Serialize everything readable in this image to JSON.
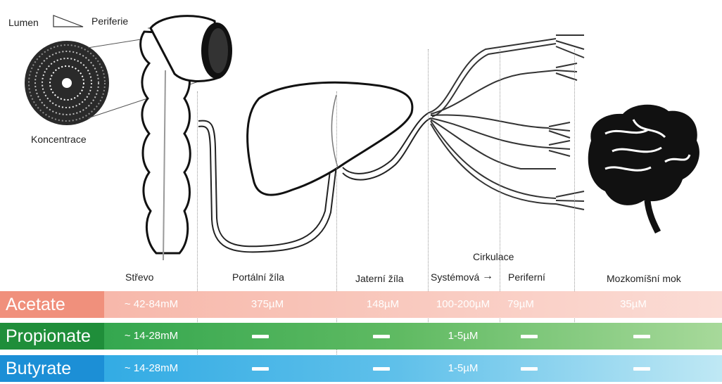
{
  "labels": {
    "lumen": "Lumen",
    "periferie": "Periferie",
    "koncentrace": "Koncentrace",
    "cirkulace": "Cirkulace"
  },
  "columns": {
    "strevo": "Střevo",
    "portalni": "Portální žíla",
    "jaterni": "Jaterní žíla",
    "systemova": "Systémová",
    "arrow": "→",
    "periferni": "Periferní",
    "mok": "Mozkomíšní mok"
  },
  "rows": [
    {
      "name": "Acetate",
      "strevo": "~ 42-84mM",
      "portalni": "375µM",
      "jaterni": "148µM",
      "systemova": "100-200µM",
      "periferni": "79µM",
      "mok": "35µM"
    },
    {
      "name": "Propionate",
      "strevo": "~ 14-28mM",
      "portalni": "—",
      "jaterni": "—",
      "systemova": "1-5µM",
      "periferni": "—",
      "mok": "—"
    },
    {
      "name": "Butyrate",
      "strevo": "~ 14-28mM",
      "portalni": "—",
      "jaterni": "—",
      "systemova": "1-5µM",
      "periferni": "—",
      "mok": "—"
    }
  ],
  "colors": {
    "acetate_name": "#f0907c",
    "acetate_band_start": "#f6b2a4",
    "acetate_band_end": "#fbdcd5",
    "propionate_name": "#1f8e3a",
    "propionate_band_start": "#25a048",
    "propionate_band_end": "#a7d99a",
    "butyrate_name": "#1c8fd6",
    "butyrate_band_start": "#23a4e2",
    "butyrate_band_end": "#bfe8f4"
  }
}
